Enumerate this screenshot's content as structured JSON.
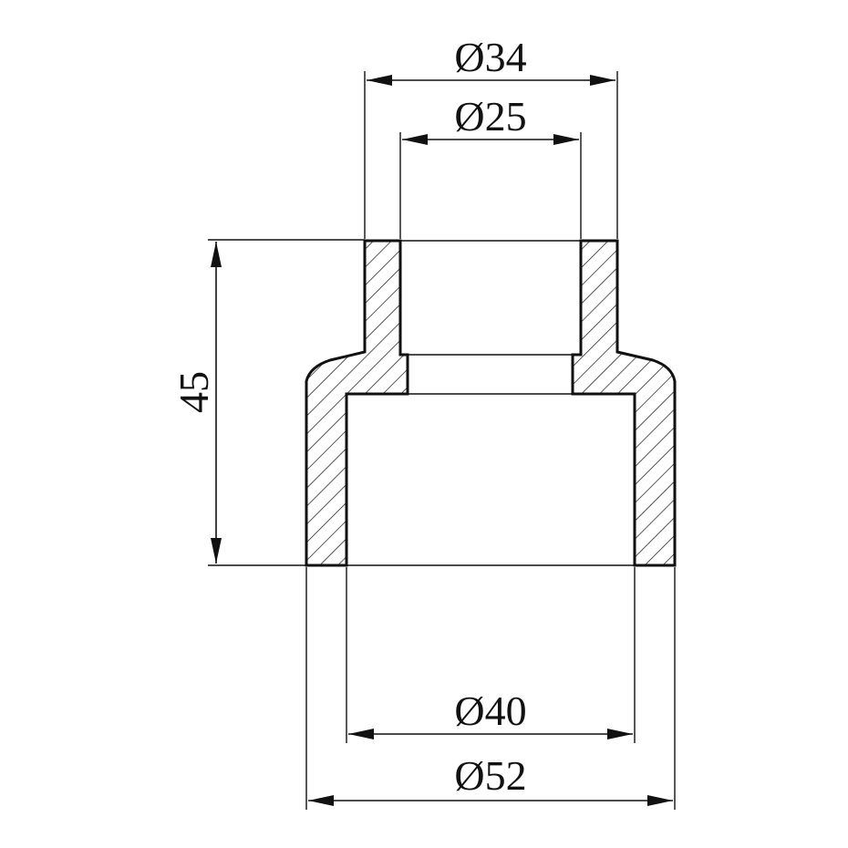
{
  "dimensions": {
    "outer_small_diameter": "Ø34",
    "inner_small_diameter": "Ø25",
    "inner_large_diameter": "Ø40",
    "outer_large_diameter": "Ø52",
    "height": "45"
  },
  "colors": {
    "line": "#111111",
    "background": "#ffffff"
  }
}
